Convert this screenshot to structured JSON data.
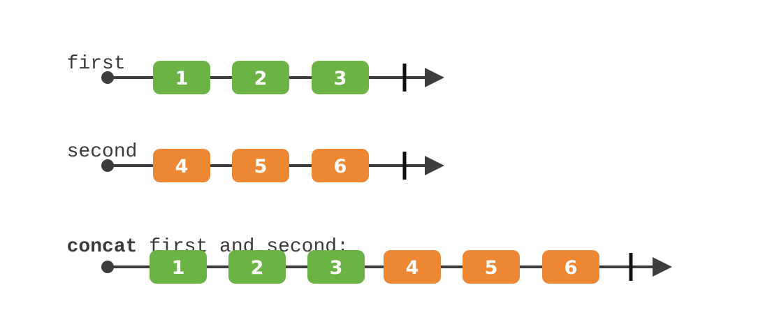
{
  "streams": [
    {
      "label": "first",
      "marbles": [
        {
          "value": "1",
          "color": "#6ab344"
        },
        {
          "value": "2",
          "color": "#6ab344"
        },
        {
          "value": "3",
          "color": "#6ab344"
        }
      ]
    },
    {
      "label": "second",
      "marbles": [
        {
          "value": "4",
          "color": "#ed8733"
        },
        {
          "value": "5",
          "color": "#ed8733"
        },
        {
          "value": "6",
          "color": "#ed8733"
        }
      ]
    }
  ],
  "result": {
    "label_keyword": "concat",
    "label_rest": " first and second:",
    "marbles": [
      {
        "value": "1",
        "color": "#6ab344"
      },
      {
        "value": "2",
        "color": "#6ab344"
      },
      {
        "value": "3",
        "color": "#6ab344"
      },
      {
        "value": "4",
        "color": "#ed8733"
      },
      {
        "value": "5",
        "color": "#ed8733"
      },
      {
        "value": "6",
        "color": "#ed8733"
      }
    ]
  },
  "colors": {
    "line": "#3d3d3d",
    "green": "#6ab344",
    "orange": "#ed8733"
  }
}
